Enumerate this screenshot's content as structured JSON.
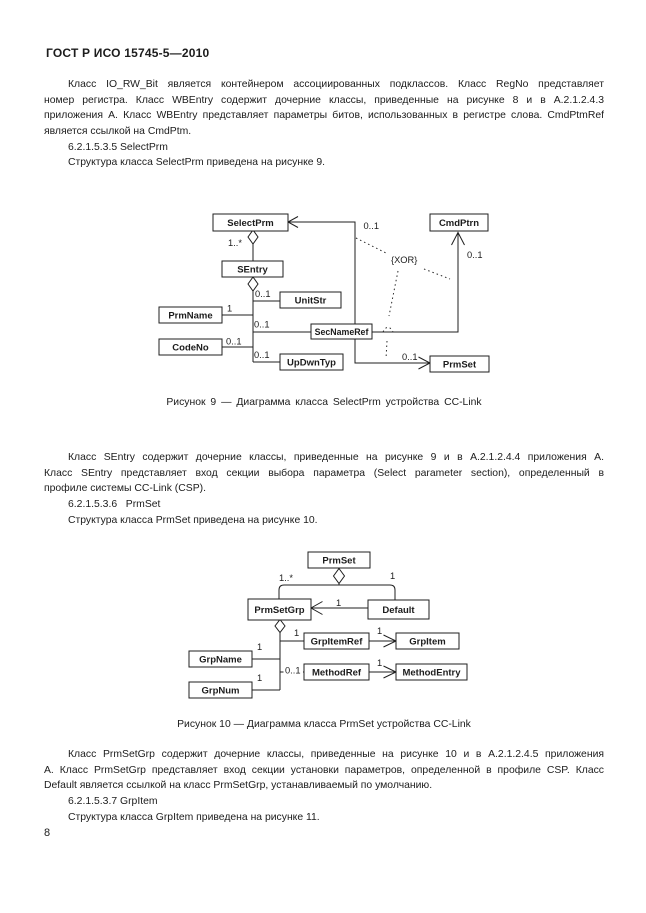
{
  "doc": {
    "header": "ГОСТ Р ИСО 15745-5—2010",
    "page_number": "8"
  },
  "section1": {
    "lines": [
      "Класс IO_RW_Bit является контейнером ассоциированных подклассов. Класс RegNo представляет",
      "номер регистра. Класс WBEntry содержит дочерние классы, приведенные на рисунке 8 и в А.2.1.2.4.3",
      "приложения А. Класс WBEntry представляет параметры битов, использованных в регистре слова. CmdPtmRef",
      "является ссылкой на CmdPtm."
    ],
    "heading": "6.2.1.5.3.5 SelectPrm",
    "note": "Структура класса SelectPrm приведена на рисунке 9."
  },
  "figure9": {
    "caption": "Рисунок 9 — Диаграмма класса SelectPrm устройства CC-Link",
    "classes": {
      "selectprm": "SelectPrm",
      "cmdptrn": "CmdPtrn",
      "sentry": "SEntry",
      "unitstr": "UnitStr",
      "prmname": "PrmName",
      "secnameref": "SecNameRef",
      "codeno": "CodeNo",
      "updwntyp": "UpDwnTyp",
      "prmset": "PrmSet"
    },
    "labels": {
      "assoc_selectprm": "0..1",
      "agg_sentry": "1..*",
      "assoc_cmdptrn": "0..1",
      "xor": "{XOR}",
      "unitstr": "0..1",
      "prmname": "1",
      "secnameref": "0..1",
      "codeno": "0..1",
      "updwntyp": "0..1",
      "prmset": "0..1"
    }
  },
  "section2": {
    "lines": [
      "Класс SEntry содержит дочерние классы, приведенные на рисунке 9 и в А.2.1.2.4.4 приложения А.",
      "Класс SEntry представляет вход секции выбора параметра (Select parameter section), определенный в",
      "профиле системы CC-Link (CSP)."
    ],
    "heading": "6.2.1.5.3.6   PrmSet",
    "note": "Структура класса PrmSet приведена на рисунке 10."
  },
  "figure10": {
    "caption": "Рисунок 10 — Диаграмма класса PrmSet устройства CC-Link",
    "classes": {
      "prmset": "PrmSet",
      "prmsetgrp": "PrmSetGrp",
      "default": "Default",
      "grpitemref": "GrpItemRef",
      "grpitem": "GrpItem",
      "grpname": "GrpName",
      "methodref": "MethodRef",
      "methodentry": "MethodEntry",
      "grpnum": "GrpNum"
    },
    "labels": {
      "agg_prmsetgrp": "1..*",
      "agg_default": "1",
      "assoc_default": "1",
      "grpitemref": "1",
      "grpitem": "1",
      "grpname": "1",
      "methodref": "0..1",
      "methodentry": "1",
      "grpnum": "1"
    }
  },
  "section3": {
    "lines": [
      "Класс PrmSetGrp содержит дочерние классы, приведенные на рисунке 10 и в А.2.1.2.4.5 приложения",
      "А. Класс PrmSetGrp представляет вход секции установки параметров, определенной в профиле CSP. Класс",
      "Default является ссылкой на класс PrmSetGrp, устанавливаемый по умолчанию."
    ],
    "heading": "6.2.1.5.3.7 GrpItem",
    "note": "Структура класса GrpItem приведена на рисунке 11."
  }
}
